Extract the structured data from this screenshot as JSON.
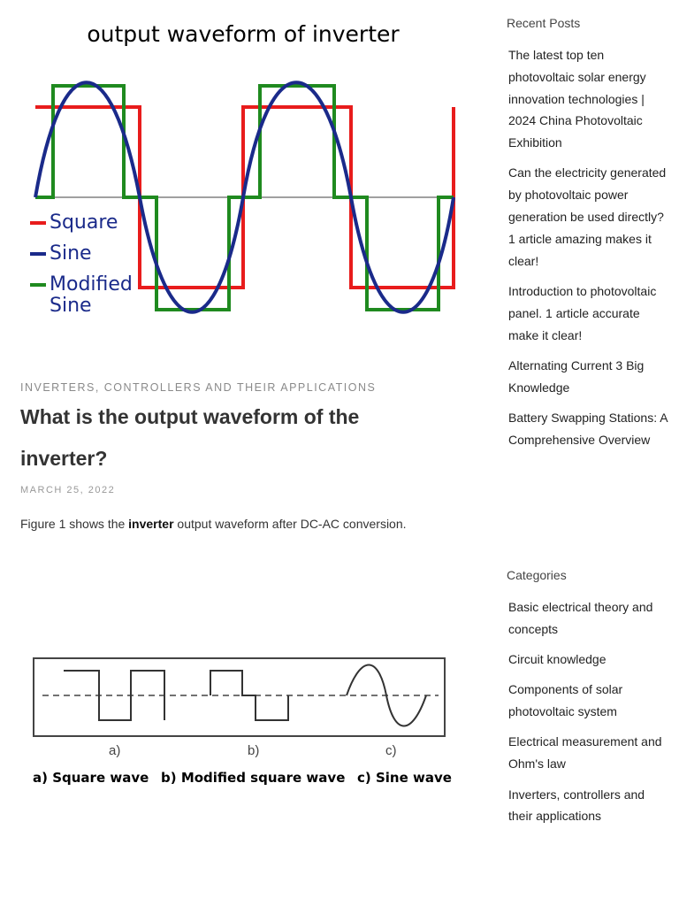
{
  "article": {
    "figure1": {
      "title": "output waveform of inverter",
      "legend": [
        {
          "label": "Square",
          "color": "#e81c1c"
        },
        {
          "label": "Sine",
          "color": "#1a2a8a"
        },
        {
          "label": "Modified",
          "color": "#1f8a1f"
        }
      ],
      "legend_extra": "Sine"
    },
    "category": "INVERTERS, CONTROLLERS AND THEIR APPLICATIONS",
    "title": "What is the output waveform of the inverter?",
    "date": "MARCH 25, 2022",
    "body_before": "Figure 1 shows the ",
    "body_bold": "inverter",
    "body_after": " output waveform after DC-AC conversion.",
    "figure2": {
      "letters": [
        "a)",
        "b)",
        "c)"
      ],
      "captions": [
        "a) Square wave",
        "b) Modified square wave",
        "c) Sine wave"
      ]
    }
  },
  "sidebar": {
    "recent_heading": "Recent Posts",
    "recent_posts": [
      "The latest top ten photovoltaic solar energy innovation technologies | 2024 China Photovoltaic Exhibition",
      "Can the electricity generated by photovoltaic power generation be used directly? 1 article amazing makes it clear!",
      "Introduction to photovoltaic panel. 1 article accurate make it clear!",
      "Alternating Current 3 Big Knowledge",
      "Battery Swapping Stations: A Comprehensive Overview"
    ],
    "categories_heading": "Categories",
    "categories": [
      "Basic electrical theory and concepts",
      "Circuit knowledge",
      "Components of solar photovoltaic system",
      "Electrical measurement and Ohm's law",
      "Inverters, controllers and their applications"
    ]
  }
}
